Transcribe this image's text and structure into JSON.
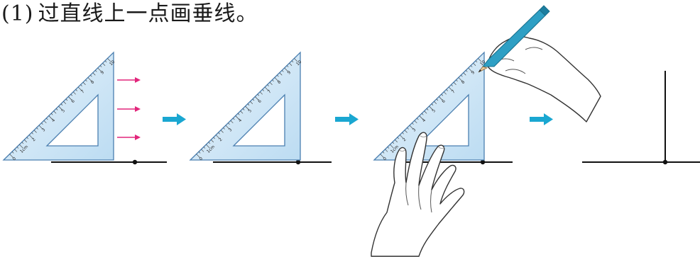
{
  "heading": {
    "number": "(1)",
    "text": "过直线上一点画垂线。"
  },
  "ruler_ticks": [
    "0",
    "1cm",
    "2",
    "3",
    "4",
    "5",
    "6",
    "7",
    "8",
    "9",
    "10"
  ],
  "colors": {
    "triangle_fill": "#d3e8f7",
    "triangle_stroke": "#4b7fb0",
    "arrow_magenta": "#e2267b",
    "arrow_cyan": "#1aa7d1",
    "pencil": "#2e9fc4",
    "line": "#111111",
    "skin_outline": "#333333"
  },
  "icons": [
    "set-square-icon",
    "right-arrow-icon",
    "hand-icon",
    "pencil-icon"
  ]
}
